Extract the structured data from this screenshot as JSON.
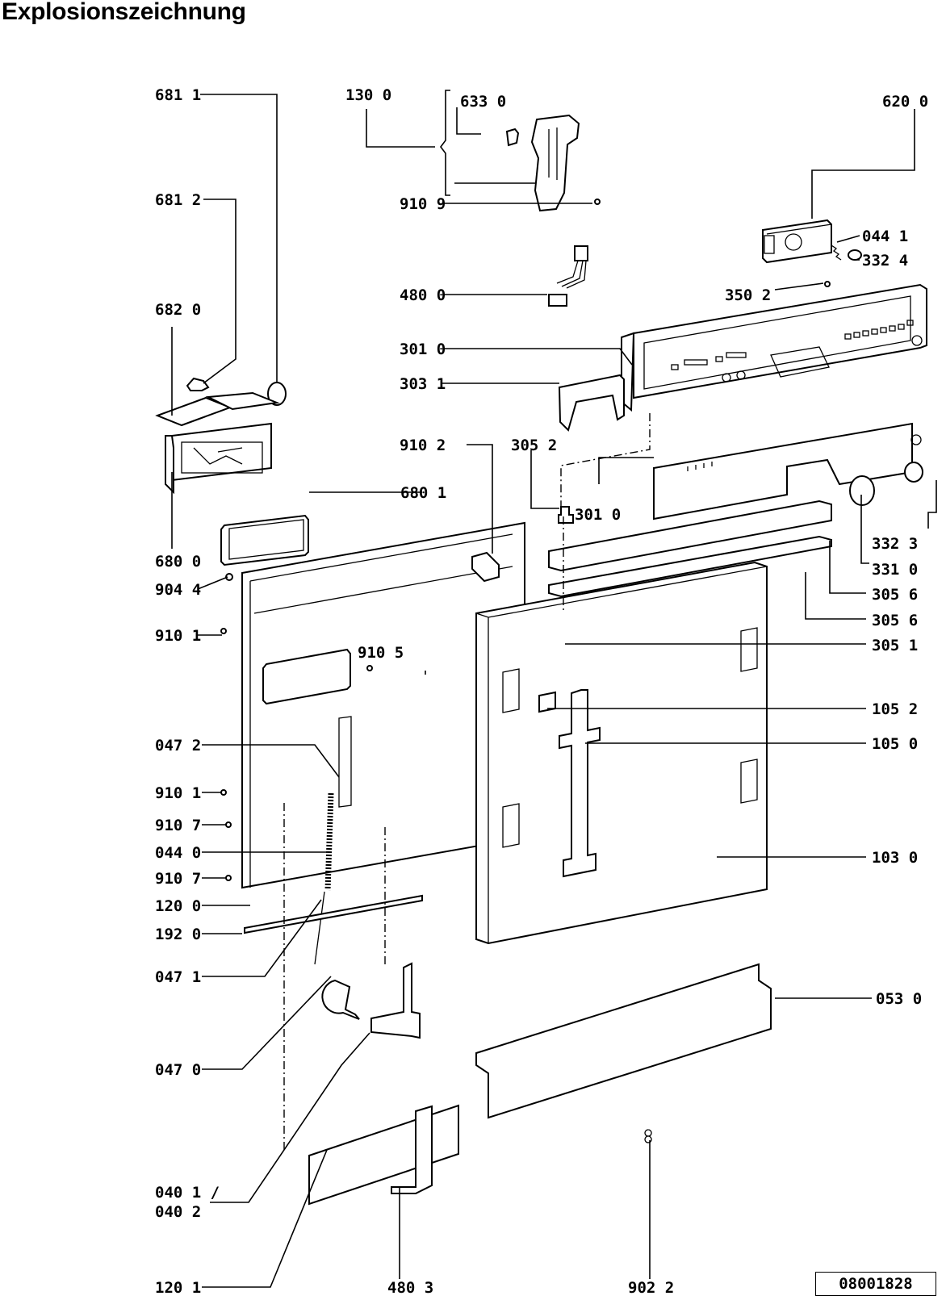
{
  "title": "Explosionszeichnung",
  "document_number": "08001828",
  "part_labels": {
    "p6811": "681 1",
    "p6812": "681 2",
    "p6820": "682 0",
    "p6800": "680 0",
    "p6801": "680 1",
    "p9044": "904 4",
    "p9101a": "910 1",
    "p9105": "910 5",
    "p0472": "047 2",
    "p9101b": "910 1",
    "p9107a": "910 7",
    "p0440": "044 0",
    "p9107b": "910 7",
    "p1200": "120 0",
    "p1920": "192 0",
    "p0471": "047 1",
    "p0470": "047 0",
    "p0401": "040 1 /",
    "p0402": "040 2",
    "p1201": "120 1",
    "p4803": "480 3",
    "p9022": "902 2",
    "p1300": "130 0",
    "p6330": "633 0",
    "p9109": "910 9",
    "p4800": "480 0",
    "p3010a": "301 0",
    "p3031": "303 1",
    "p9102": "910 2",
    "p3052": "305 2",
    "p3010b": "301 0",
    "p6200": "620 0",
    "p0441": "044 1",
    "p3324": "332 4",
    "p3502": "350 2",
    "p3323": "332 3",
    "p3310": "331 0",
    "p3056a": "305 6",
    "p3056b": "305 6",
    "p3051": "305 1",
    "p1052": "105 2",
    "p1050": "105 0",
    "p1030": "103 0",
    "p0530": "053 0"
  }
}
